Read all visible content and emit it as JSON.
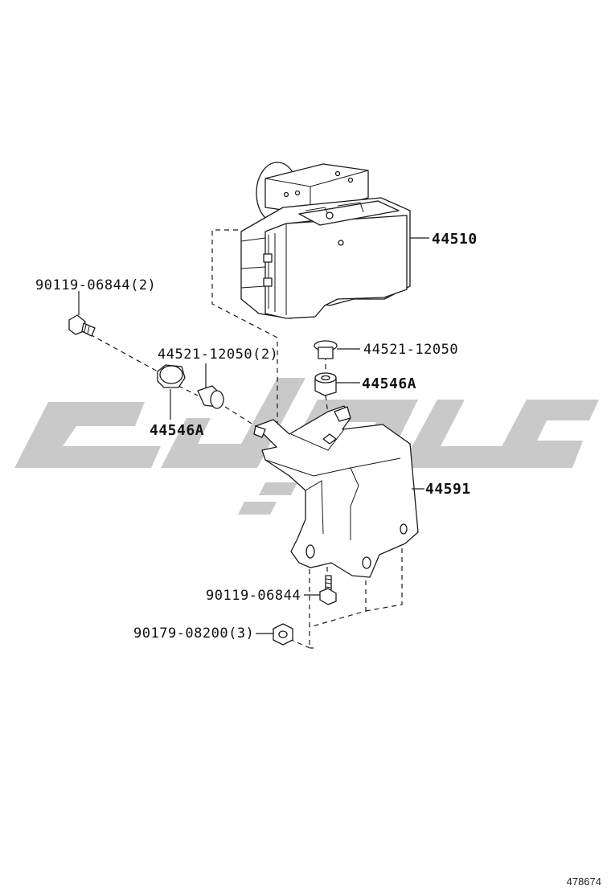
{
  "callouts": {
    "actuator": "44510",
    "bolt_top": "90119-06844(2)",
    "collar_left": "44521-12050(2)",
    "collar_right": "44521-12050",
    "cushion_right": "44546A",
    "cushion_left": "44546A",
    "bracket": "44591",
    "bolt_bottom": "90119-06844",
    "nut_bottom": "90179-08200(3)"
  },
  "figure_id": "478674",
  "watermark": {
    "color": "#c9c9c9"
  }
}
